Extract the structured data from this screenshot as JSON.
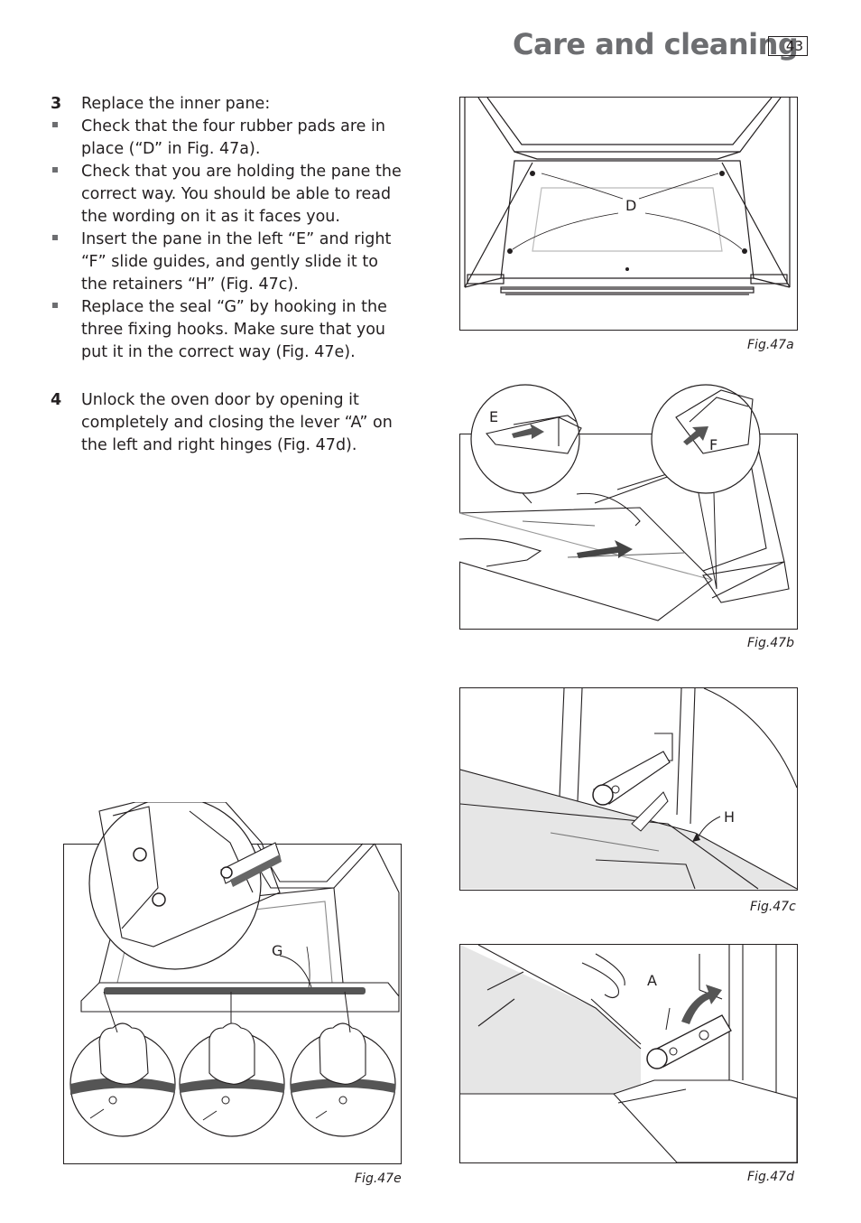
{
  "header": {
    "title": "Care and cleaning",
    "page_number": "43"
  },
  "steps": {
    "step3": {
      "number": "3",
      "title": "Replace the inner pane:",
      "bullets": [
        "Check that the four rubber pads are in place (“D” in Fig. 47a).",
        "Check that you are holding the pane the correct way. You should be able to read the wording on it as it faces you.",
        "Insert the pane in the left “E” and right “F” slide guides, and gently slide it to the retainers “H” (Fig. 47c).",
        "Replace the seal “G” by hooking in the three fixing hooks. Make sure that you put it in the correct way (Fig. 47e)."
      ]
    },
    "step4": {
      "number": "4",
      "text": "Unlock the oven door by opening it completely and closing the lever “A” on the left and right hinges (Fig. 47d)."
    }
  },
  "figures": {
    "fig47a": {
      "caption": "Fig.47a",
      "labels": {
        "d": "D"
      }
    },
    "fig47b": {
      "caption": "Fig.47b",
      "labels": {
        "e": "E",
        "f": "F"
      }
    },
    "fig47c": {
      "caption": "Fig.47c",
      "labels": {
        "h": "H"
      }
    },
    "fig47d": {
      "caption": "Fig.47d",
      "labels": {
        "a": "A"
      }
    },
    "fig47e": {
      "caption": "Fig.47e",
      "labels": {
        "g": "G"
      }
    }
  }
}
